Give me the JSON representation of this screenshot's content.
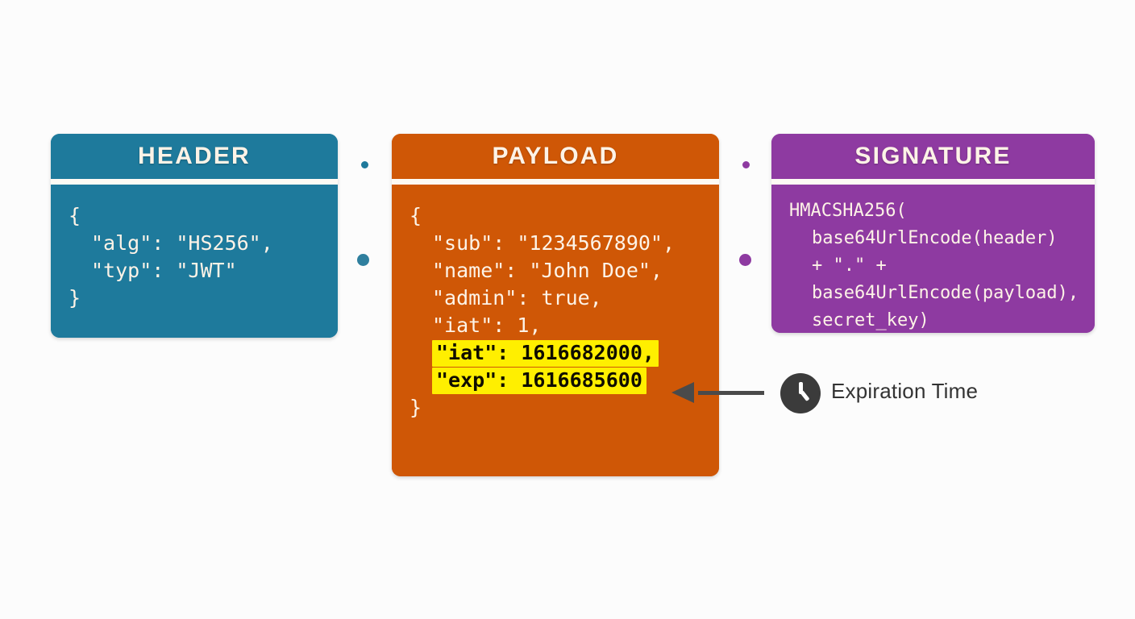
{
  "background_color": "#fcfcfc",
  "cards": {
    "header": {
      "title": "HEADER",
      "color": "#1e7a9c",
      "lines": [
        {
          "text": "{",
          "indent": false,
          "highlight": false
        },
        {
          "text": "\"alg\": \"HS256\",",
          "indent": true,
          "highlight": false
        },
        {
          "text": "\"typ\": \"JWT\"",
          "indent": true,
          "highlight": false
        },
        {
          "text": "}",
          "indent": false,
          "highlight": false
        }
      ]
    },
    "payload": {
      "title": "PAYLOAD",
      "color": "#cf5706",
      "lines": [
        {
          "text": "{",
          "indent": false,
          "highlight": false
        },
        {
          "text": "\"sub\": \"1234567890\",",
          "indent": true,
          "highlight": false
        },
        {
          "text": "\"name\": \"John Doe\",",
          "indent": true,
          "highlight": false
        },
        {
          "text": "\"admin\": true,",
          "indent": true,
          "highlight": false
        },
        {
          "text": "\"iat\": 1,",
          "indent": true,
          "highlight": false
        },
        {
          "text": "\"iat\": 1616682000,",
          "indent": true,
          "highlight": true
        },
        {
          "text": "\"exp\": 1616685600",
          "indent": true,
          "highlight": true
        },
        {
          "text": "}",
          "indent": false,
          "highlight": false
        }
      ],
      "highlight_color": "#ffef00"
    },
    "signature": {
      "title": "SIGNATURE",
      "color": "#8e3aa1",
      "lines": [
        {
          "text": "HMACSHA256(",
          "indent": false,
          "highlight": false
        },
        {
          "text": "base64UrlEncode(header)",
          "indent": true,
          "highlight": false
        },
        {
          "text": "+ \".\" +",
          "indent": true,
          "highlight": false
        },
        {
          "text": "base64UrlEncode(payload),",
          "indent": true,
          "highlight": false
        },
        {
          "text": "secret_key)",
          "indent": true,
          "highlight": false
        }
      ]
    }
  },
  "annotation": {
    "label": "Expiration Time",
    "icon": "clock-icon",
    "arrow_color": "#4a4a4a",
    "icon_color": "#3b3b3b"
  },
  "separator_dots": [
    {
      "name": "dot-left-small",
      "color": "#1e7a9c"
    },
    {
      "name": "dot-left-big",
      "color": "#2f7f9e"
    },
    {
      "name": "dot-right-small",
      "color": "#8e3aa1"
    },
    {
      "name": "dot-right-big",
      "color": "#8e3aa1"
    }
  ]
}
